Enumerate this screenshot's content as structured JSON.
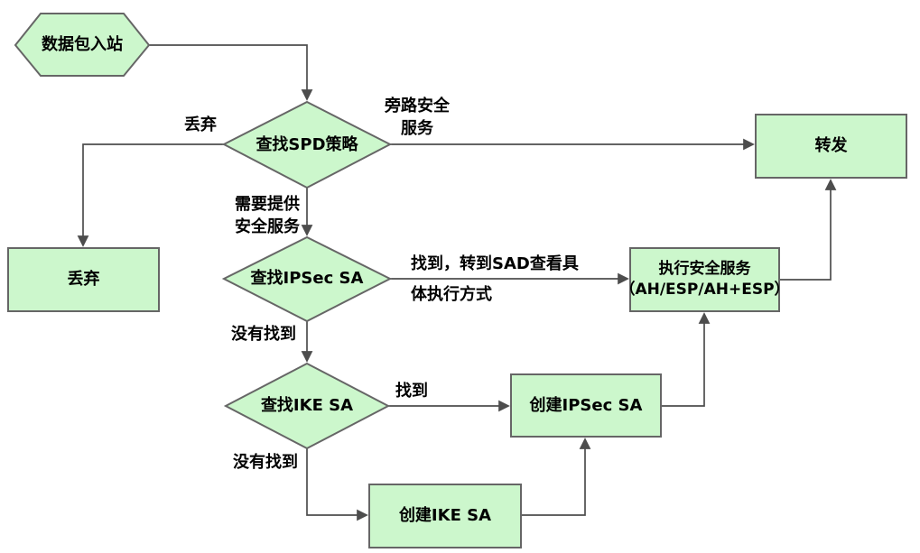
{
  "colors": {
    "shape_fill": "#ccf7cc",
    "shape_border": "#666666",
    "connector": "#4d4d4d",
    "text": "#000000",
    "background": "#ffffff"
  },
  "nodes": {
    "start": "数据包入站",
    "find_spd": "查找SPD策略",
    "discard": "丢弃",
    "forward": "转发",
    "find_ipsec_sa": "查找IPSec SA",
    "exec_security": "执行安全服务\n（AH/ESP/AH+ESP）",
    "find_ike_sa": "查找IKE SA",
    "create_ipsec_sa": "创建IPSec SA",
    "create_ike_sa": "创建IKE SA"
  },
  "edge_labels": {
    "discard": "丢弃",
    "bypass": "旁路安全\n服务",
    "need_security": "需要提供\n安全服务",
    "sad_found": "找到，转到SAD查看具\n体执行方式",
    "ipsec_not_found": "没有找到",
    "ike_found": "找到",
    "ike_not_found": "没有找到"
  }
}
